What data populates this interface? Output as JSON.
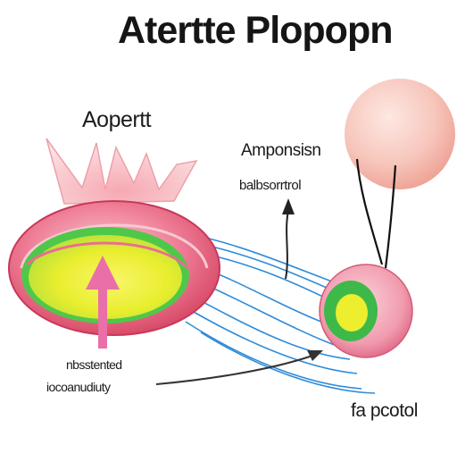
{
  "title": "Atertte Plopopn",
  "labels": {
    "left_cell": "Aopertt",
    "top_right": "Amponsisn",
    "top_right_sub": "balbsorrtrol",
    "bottom_left_1": "nbsstented",
    "bottom_left_2": "iocoanudiuty",
    "bottom_right": "fa pcotol"
  },
  "colors": {
    "outer_cell": "#e85f7e",
    "inner_core": "#f0f33a",
    "core_ring": "#4fc84a",
    "signal_lines": "#2f8bd8",
    "arrow": "#ea6fa8",
    "sphere": "#f6b9ae"
  }
}
